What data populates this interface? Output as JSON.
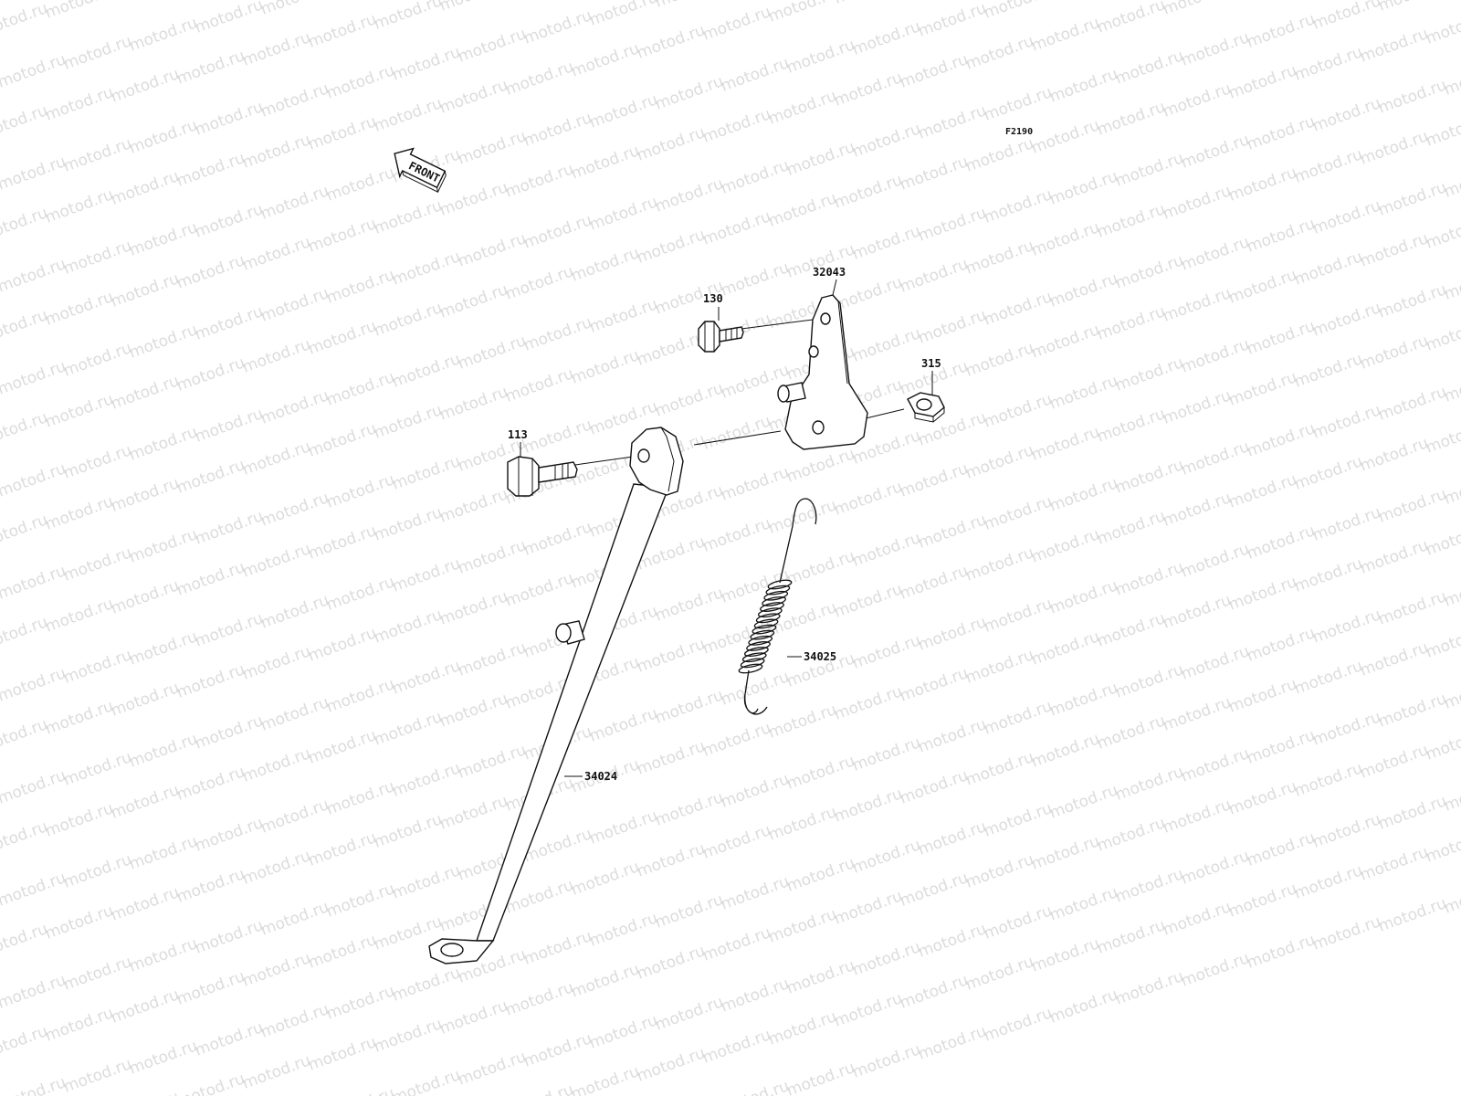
{
  "diagram": {
    "code": "F2190",
    "front_label": "FRONT",
    "watermark_text": "motod.ru",
    "colors": {
      "line": "#111111",
      "watermark": "#dcdcdc",
      "background": "#ffffff"
    },
    "parts": [
      {
        "id": "130",
        "name": "bolt-130"
      },
      {
        "id": "32043",
        "name": "bracket-32043"
      },
      {
        "id": "315",
        "name": "nut-315"
      },
      {
        "id": "113",
        "name": "bolt-113"
      },
      {
        "id": "34025",
        "name": "spring-34025"
      },
      {
        "id": "34024",
        "name": "side-stand-34024"
      }
    ]
  }
}
